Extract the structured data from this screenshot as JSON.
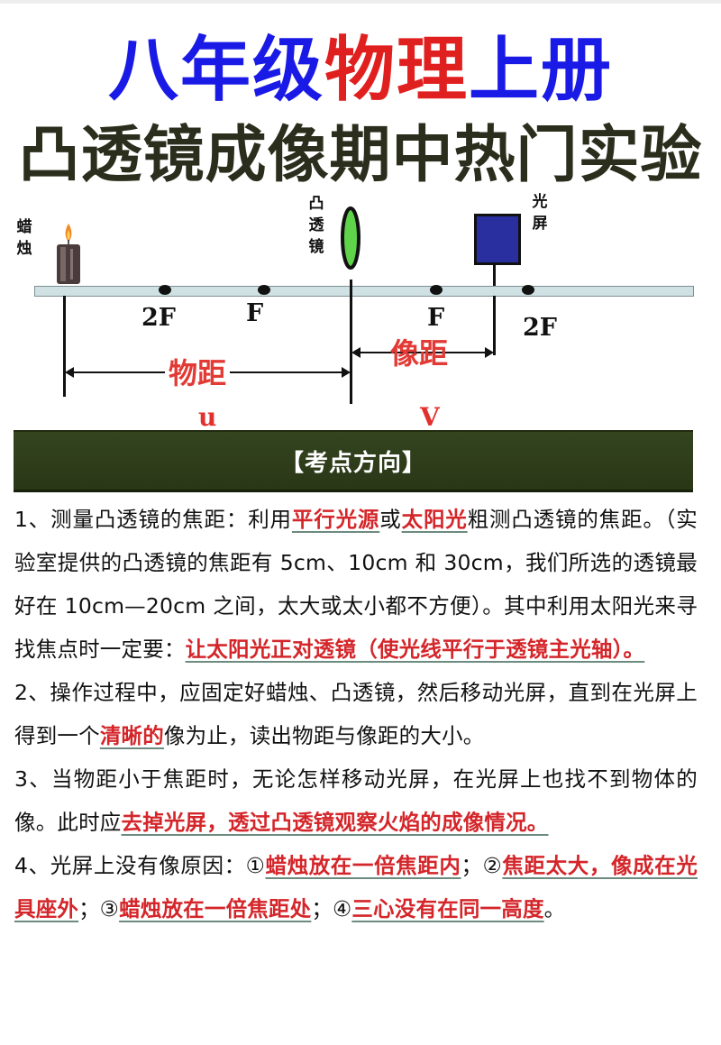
{
  "title": {
    "line1_parts": [
      {
        "text": "八年级",
        "color": "#1a1ae6"
      },
      {
        "text": "物理",
        "color": "#e0201f"
      },
      {
        "text": "上册",
        "color": "#1a1ae6"
      }
    ],
    "line2": "凸透镜成像期中热门实验"
  },
  "diagram": {
    "candle_label": [
      "蜡",
      "烛"
    ],
    "lens_label": [
      "凸",
      "透",
      "镜"
    ],
    "screen_label": [
      "光",
      "屏"
    ],
    "left_2f": "2F",
    "left_f": "F",
    "right_f": "F",
    "right_2f": "2F",
    "object_distance_label": "物距",
    "object_distance_symbol": "u",
    "image_distance_label": "像距",
    "image_distance_symbol": "V",
    "colors": {
      "lens_fill": "#5fd34a",
      "screen_fill": "#2a2fa0",
      "rail_fill": "#cfe1e3",
      "distance_label": "#e23a34"
    }
  },
  "section_header": "【考点方向】",
  "items": [
    {
      "segments": [
        {
          "text": "1、测量凸透镜的焦距：利用",
          "hl": false
        },
        {
          "text": "平行光源",
          "hl": true
        },
        {
          "text": "或",
          "hl": false
        },
        {
          "text": "太阳光",
          "hl": true
        },
        {
          "text": "粗测凸透镜的焦距。（实验室提供的凸透镜的焦距有 5cm、10cm 和 30cm，我们所选的透镜最好在 10cm—20cm 之间，太大或太小都不方便）。其中利用太阳光来寻找焦点时一定要：",
          "hl": false
        },
        {
          "text": "让太阳光正对透镜（使光线平行于透镜主光轴）。",
          "hl": true
        }
      ]
    },
    {
      "segments": [
        {
          "text": "2、操作过程中，应固定好蜡烛、凸透镜，然后移动光屏，直到在光屏上得到一个",
          "hl": false
        },
        {
          "text": "清晰的",
          "hl": true
        },
        {
          "text": "像为止，读出物距与像距的大小。",
          "hl": false
        }
      ]
    },
    {
      "segments": [
        {
          "text": "3、当物距小于焦距时，无论怎样移动光屏，在光屏上也找不到物体的像。此时应",
          "hl": false
        },
        {
          "text": "去掉光屏，透过凸透镜观察火焰的成像情况。",
          "hl": true
        }
      ]
    },
    {
      "segments": [
        {
          "text": "4、光屏上没有像原因：①",
          "hl": false
        },
        {
          "text": "蜡烛放在一倍焦距内",
          "hl": true
        },
        {
          "text": "；②",
          "hl": false
        },
        {
          "text": "焦距太大，像成在光具座外",
          "hl": true
        },
        {
          "text": "；③",
          "hl": false
        },
        {
          "text": "蜡烛放在一倍焦距处",
          "hl": true
        },
        {
          "text": "；④",
          "hl": false
        },
        {
          "text": "三心没有在同一高度",
          "hl": true
        },
        {
          "text": "。",
          "hl": false
        }
      ]
    }
  ],
  "colors": {
    "highlight_text": "#d4262a",
    "highlight_underline": "#6d8a7e",
    "header_bar": "#2c3a18",
    "title_blue": "#1a1ae6",
    "title_red": "#e0201f",
    "subtitle": "#2b2e1c"
  }
}
